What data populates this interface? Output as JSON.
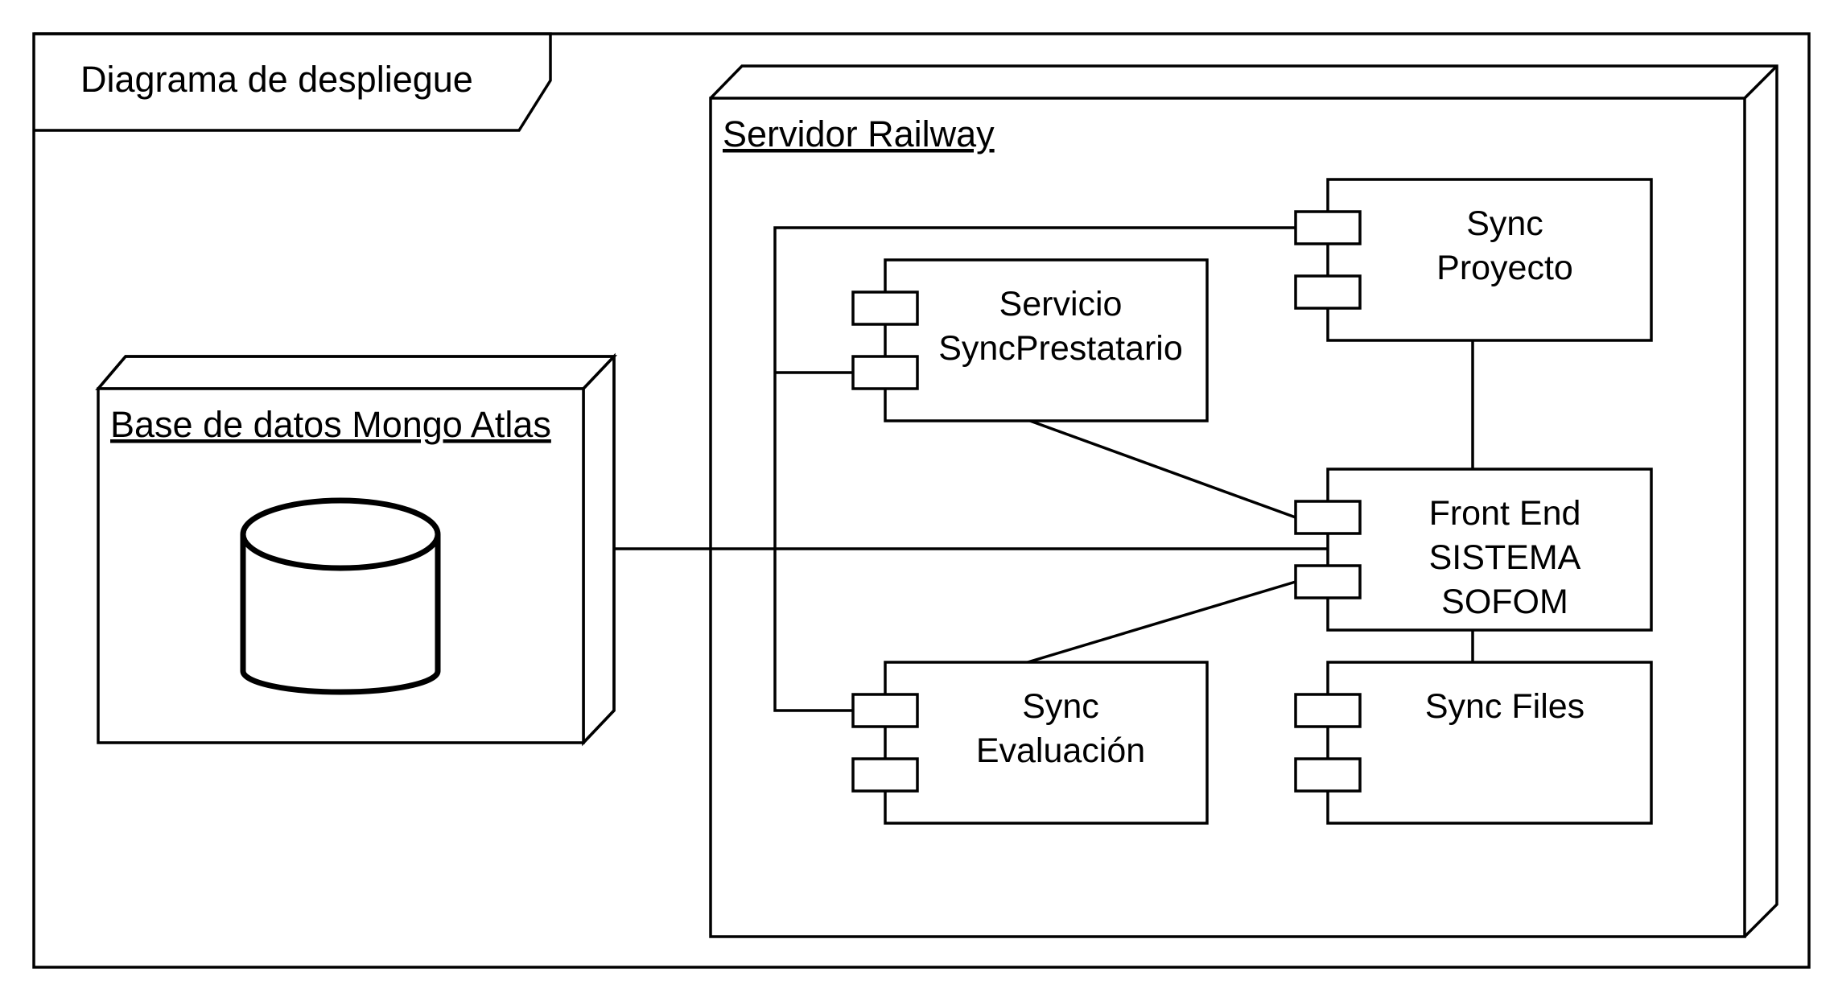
{
  "frame": {
    "title": "Diagrama de despliegue"
  },
  "nodes": {
    "database": {
      "title": "Base de datos Mongo Atlas",
      "icon": "database-cylinder-icon"
    },
    "server": {
      "title": "Servidor Railway"
    }
  },
  "components": {
    "sync_proyecto": {
      "lines": [
        "Sync",
        "Proyecto"
      ]
    },
    "servicio_sync_prestatario": {
      "lines": [
        "Servicio",
        "SyncPrestatario"
      ]
    },
    "front_end": {
      "lines": [
        "Front End",
        "SISTEMA",
        "SOFOM"
      ]
    },
    "sync_evaluacion": {
      "lines": [
        "Sync",
        "Evaluación"
      ]
    },
    "sync_files": {
      "lines": [
        "Sync Files"
      ]
    }
  },
  "colors": {
    "stroke": "#000000",
    "background": "#ffffff"
  }
}
